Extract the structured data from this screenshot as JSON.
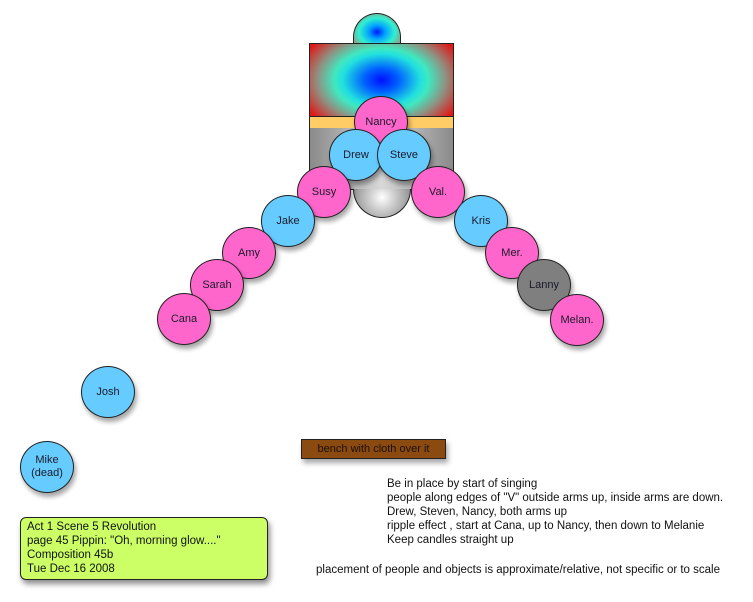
{
  "diagram": {
    "title": "Act 1 Scene 5 Revolution staging chart",
    "colors": {
      "female": "#ff66cc",
      "male": "#66ccff",
      "other": "#7f7f7f",
      "bench": "#8a4a10",
      "info_box": "#ccff66",
      "stage_strip": "#ffcc66"
    },
    "people": [
      {
        "name": "Nancy",
        "color": "pink"
      },
      {
        "name": "Drew",
        "color": "blue"
      },
      {
        "name": "Steve",
        "color": "blue"
      },
      {
        "name": "Susy",
        "color": "pink"
      },
      {
        "name": "Val.",
        "color": "pink"
      },
      {
        "name": "Jake",
        "color": "blue"
      },
      {
        "name": "Kris",
        "color": "blue"
      },
      {
        "name": "Amy",
        "color": "pink"
      },
      {
        "name": "Mer.",
        "color": "pink"
      },
      {
        "name": "Sarah",
        "color": "pink"
      },
      {
        "name": "Lanny",
        "color": "gray"
      },
      {
        "name": "Cana",
        "color": "pink"
      },
      {
        "name": "Melan.",
        "color": "pink"
      },
      {
        "name": "Josh",
        "color": "blue"
      },
      {
        "name": "Mike\n(dead)",
        "color": "blue"
      }
    ],
    "bench_label": "bench with cloth over it",
    "info_box": [
      "Act 1 Scene 5 Revolution",
      "page 45 Pippin: \"Oh, morning glow....\"",
      "Composition 45b",
      "Tue Dec 16 2008"
    ],
    "notes": [
      "Be in place by start of singing",
      "people along edges of \"V\" outside arms up, inside arms are down.",
      "Drew, Steven, Nancy, both arms up",
      "ripple effect , start at Cana, up to Nancy, then down to Melanie",
      "Keep candles straight up"
    ],
    "disclaimer": "placement of people and objects is approximate/relative, not specific or to scale"
  }
}
